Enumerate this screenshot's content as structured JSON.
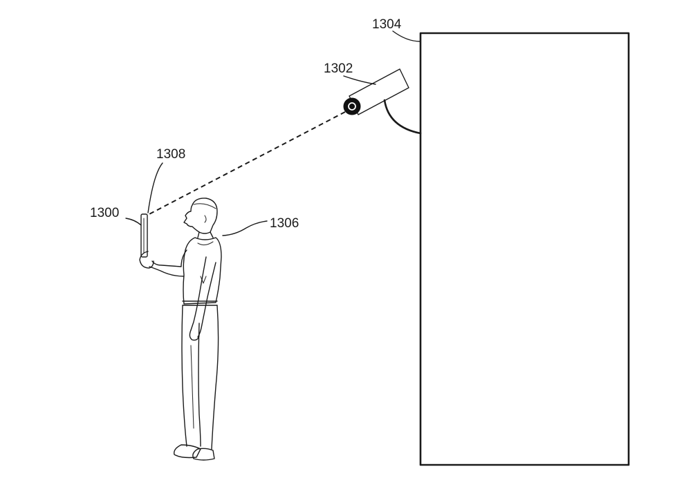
{
  "labels": {
    "device": "1300",
    "camera": "1302",
    "wall": "1304",
    "person": "1306",
    "screen": "1308"
  },
  "colors": {
    "line": "#1a1a1a",
    "background": "#ffffff"
  }
}
